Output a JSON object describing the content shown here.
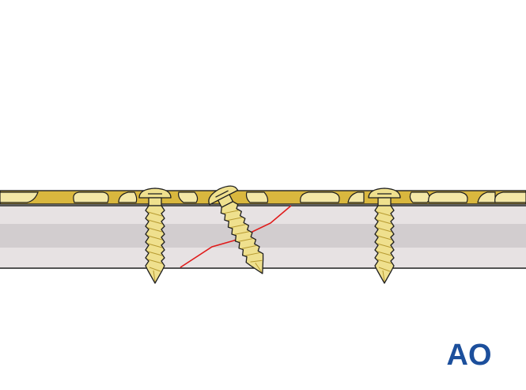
{
  "logo": {
    "text": "AO",
    "color": "#1c4f9c"
  },
  "colors": {
    "background": "#ffffff",
    "bone_cortex": "#e7e2e3",
    "bone_medulla": "#d2cdcf",
    "outline": "#1f1f1f",
    "plate_body": "#d9b73e",
    "plate_highlight": "#f3e7a6",
    "screw_body": "#efe08e",
    "screw_shadow": "#c9ad3c",
    "fracture_line": "#e01b1b"
  },
  "elements": {
    "plate": "bone-plate",
    "bone": "bone-shaft",
    "fracture": "fracture-line",
    "screws": [
      "cortical-screw-left",
      "lag-screw-oblique",
      "cortical-screw-right"
    ]
  }
}
